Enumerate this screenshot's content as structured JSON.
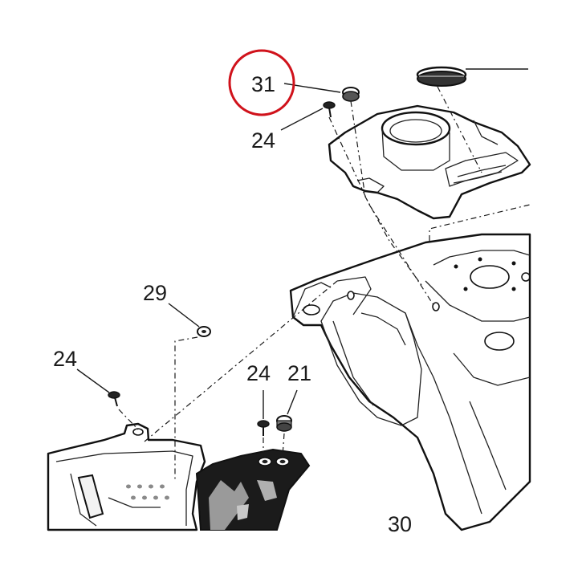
{
  "diagram": {
    "callouts": {
      "c31": "31",
      "c24_top": "24",
      "c29": "29",
      "c24_left": "24",
      "c24_mid": "24",
      "c21": "21",
      "c30": "30"
    },
    "highlight": {
      "target": "31",
      "color": "#d0121b"
    },
    "ink_color": "#1a1a1a"
  }
}
